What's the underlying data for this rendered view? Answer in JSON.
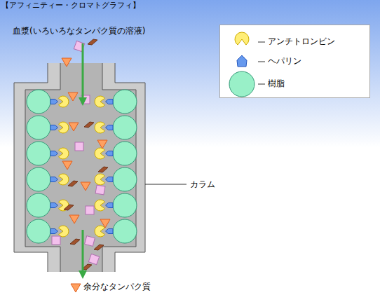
{
  "diagram": {
    "title": "【アフィニティー・クロマトグラフィ】",
    "labels": [
      "血漿(いろいろなタンパク質の溶液)",
      "カラム",
      "余分なタンパク質"
    ],
    "legend": [
      {
        "text": "アンチトロンビン"
      },
      {
        "text": "ヘパリン"
      },
      {
        "text": "樹脂"
      }
    ]
  }
}
